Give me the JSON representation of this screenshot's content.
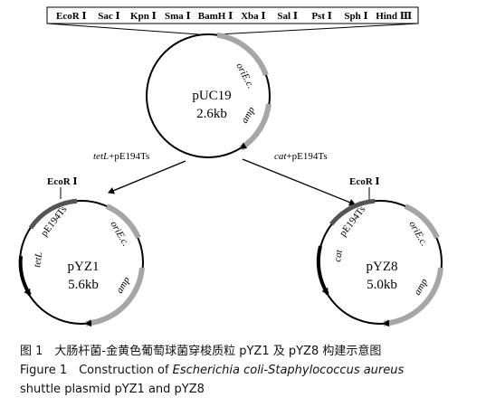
{
  "mcs": [
    "EcoR Ⅰ",
    "Sac Ⅰ",
    "Kpn Ⅰ",
    "Sma Ⅰ",
    "BamH Ⅰ",
    "Xba Ⅰ",
    "Sal Ⅰ",
    "Pst Ⅰ",
    "Sph Ⅰ",
    "Hind Ⅲ"
  ],
  "puc19": {
    "name": "pUC19",
    "size": "2.6kb",
    "ori": "oriE.c.",
    "amp": "amp"
  },
  "arrows": {
    "left_label": "+pE194Ts",
    "left_italic": "tetL",
    "right_label": "+pE194Ts",
    "right_italic": "cat"
  },
  "pyz1": {
    "site": "EcoR Ⅰ",
    "name": "pYZ1",
    "size": "5.6kb",
    "pe": "pE194Ts",
    "ori": "oriE.c.",
    "amp": "amp",
    "marker": "tetL"
  },
  "pyz8": {
    "site": "EcoR Ⅰ",
    "name": "pYZ8",
    "size": "5.0kb",
    "pe": "pE194Ts",
    "ori": "oriE.c.",
    "amp": "amp",
    "marker": "cat"
  },
  "caption": {
    "line1": "图 1　大肠杆菌-金黄色葡萄球菌穿梭质粒 pYZ1 及 pYZ8 构建示意图",
    "line2_prefix": "Figure 1　Construction of ",
    "line2_italic": "Escherichia coli-Staphylococcus aureus",
    "line3": "shuttle plasmid pYZ1 and pYZ8"
  },
  "colors": {
    "line": "#000000",
    "segment_gray": "#a6a6a6",
    "segment_dark": "#555555"
  }
}
